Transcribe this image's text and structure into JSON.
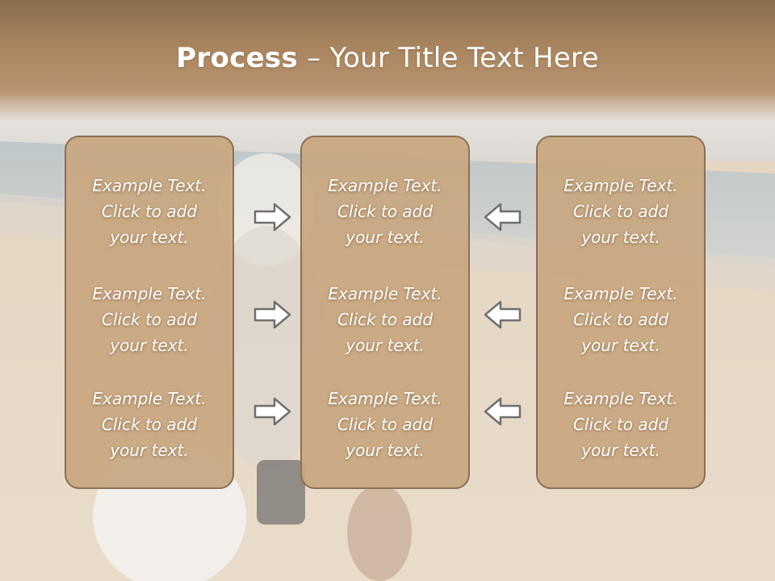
{
  "slide": {
    "title_bold": "Process",
    "title_rest": " – Your Title Text Here",
    "columns": [
      {
        "items": [
          "Example Text.\nClick  to add\nyour text.",
          "Example Text.\nClick  to add\nyour text.",
          "Example Text.\nClick  to add\nyour text."
        ]
      },
      {
        "items": [
          "Example Text.\nClick  to add\nyour text.",
          "Example Text.\nClick  to add\nyour text.",
          "Example Text.\nClick  to add\nyour text."
        ]
      },
      {
        "items": [
          "Example Text.\nClick  to add\nyour text.",
          "Example Text.\nClick  to add\nyour text.",
          "Example Text.\nClick  to add\nyour text."
        ]
      }
    ],
    "arrows": {
      "left_group": "right-arrow-icon",
      "right_group": "left-arrow-icon"
    }
  },
  "colors": {
    "title_band": "#a6835d",
    "box_fill": "#c8a780",
    "box_border": "#8b6f55",
    "text": "#ffffff"
  }
}
